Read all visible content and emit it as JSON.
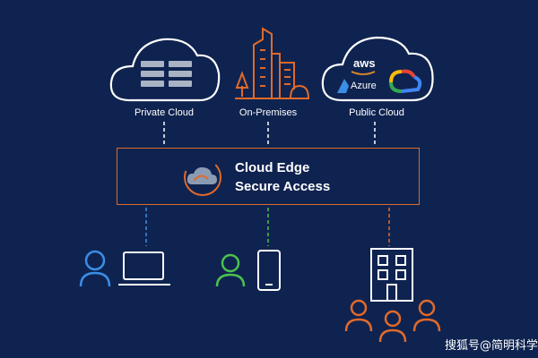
{
  "sources": [
    {
      "id": "private",
      "label": "Private Cloud"
    },
    {
      "id": "onprem",
      "label": "On-Premises"
    },
    {
      "id": "public",
      "label": "Public Cloud"
    }
  ],
  "gateway": {
    "line1": "Cloud Edge",
    "line2": "Secure Access"
  },
  "public_cloud_logos": {
    "aws": "aws",
    "azure": "Azure"
  },
  "colors": {
    "background": "#0f2350",
    "orange": "#e06a2a",
    "blue": "#3a8ee6",
    "green": "#4cc14c",
    "white": "#ffffff"
  },
  "watermark": "搜狐号@简明科学"
}
